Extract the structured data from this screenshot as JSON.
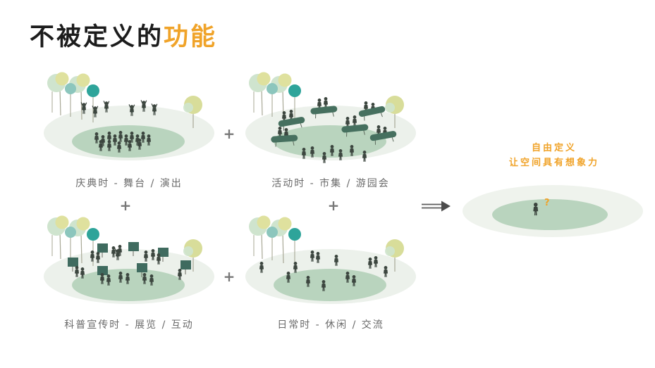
{
  "title": {
    "prefix": "不被定义的",
    "highlight": "功能"
  },
  "colors": {
    "accent_orange": "#F0A329",
    "caption_gray": "#6A6A6A",
    "outer_lawn": "#ECF1EB",
    "inner_lawn": "#B9D4BE",
    "stall_green": "#46705F",
    "board_green": "#3F6B5F",
    "person_dark": "#3C463F",
    "teal_tree": "#2EA49A",
    "yellow_tree": "#DFE19E"
  },
  "scenes": [
    {
      "id": "celebration",
      "caption": "庆典时 - 舞台 / 演出"
    },
    {
      "id": "market",
      "caption": "活动时 - 市集 / 游园会"
    },
    {
      "id": "exhibition",
      "caption": "科普宣传时 - 展览 / 互动"
    },
    {
      "id": "daily",
      "caption": "日常时 - 休闲 / 交流"
    }
  ],
  "operators": {
    "plus_glyph": "+"
  },
  "result": {
    "annotation_line1": "自由定义",
    "annotation_line2": "让空间具有想象力",
    "question_mark": "?"
  }
}
